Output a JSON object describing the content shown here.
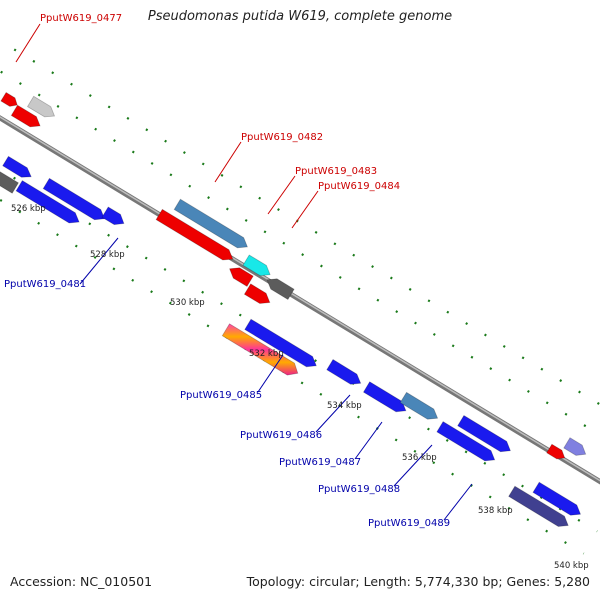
{
  "title": "Pseudomonas putida W619, complete genome",
  "footer": {
    "accession": "Accession: NC_010501",
    "summary": "Topology: circular; Length: 5,774,330 bp; Genes: 5,280"
  },
  "colors": {
    "backbone": "#8f8f8f",
    "tick": "#1a7a1a",
    "forward_label": "#cc0000",
    "reverse_label": "#0000aa",
    "blue": "#1a1aee",
    "red": "#ee0000",
    "steel": "#4a86b8",
    "cyan": "#18e8e8",
    "dark_gray": "#5c5c5c",
    "light_gray": "#c8c8c8",
    "purple": "#8080e0",
    "navy": "#404090"
  },
  "ruler": [
    {
      "label": "526 kbp"
    },
    {
      "label": "528 kbp"
    },
    {
      "label": "530 kbp"
    },
    {
      "label": "532 kbp"
    },
    {
      "label": "534 kbp"
    },
    {
      "label": "536 kbp"
    },
    {
      "label": "538 kbp"
    },
    {
      "label": "540 kbp"
    }
  ],
  "gene_labels": [
    {
      "text": "PputW619_0477",
      "strand": "forward"
    },
    {
      "text": "PputW619_0482",
      "strand": "forward"
    },
    {
      "text": "PputW619_0483",
      "strand": "forward"
    },
    {
      "text": "PputW619_0484",
      "strand": "forward"
    },
    {
      "text": "PputW619_0481",
      "strand": "reverse"
    },
    {
      "text": "PputW619_0485",
      "strand": "reverse"
    },
    {
      "text": "PputW619_0486",
      "strand": "reverse"
    },
    {
      "text": "PputW619_0487",
      "strand": "reverse"
    },
    {
      "text": "PputW619_0488",
      "strand": "reverse"
    },
    {
      "text": "PputW619_0489",
      "strand": "reverse"
    }
  ]
}
